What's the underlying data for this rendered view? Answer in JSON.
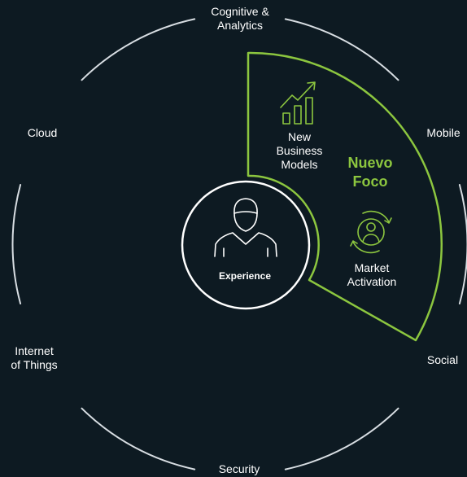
{
  "outer_ring": {
    "top": [
      "Cognitive &",
      "Analytics"
    ],
    "left_upper": "Cloud",
    "right_upper": "Mobile",
    "left_lower": [
      "Internet",
      "of Things"
    ],
    "right_lower": "Social",
    "bottom": "Security"
  },
  "focus": {
    "title": [
      "Nuevo",
      "Foco"
    ],
    "item_1": [
      "New",
      "Business",
      "Models"
    ],
    "item_2": [
      "Market",
      "Activation"
    ]
  },
  "center": {
    "label": "Experience"
  },
  "colors": {
    "background": "#0d1a22",
    "accent": "#8cc63f",
    "ring": "#d7dde2",
    "text": "#ffffff"
  },
  "icons": {
    "growth_chart": "growth-chart-icon",
    "market_activation": "market-activation-icon",
    "person": "person-icon"
  }
}
